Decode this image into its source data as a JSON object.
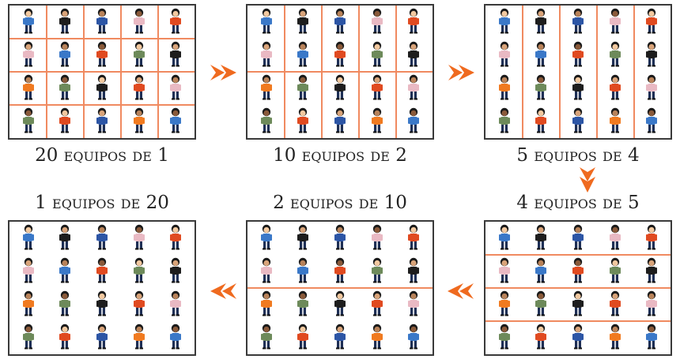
{
  "panels": [
    {
      "caption": "20 equipos de 1",
      "grouping": "grid-4x5"
    },
    {
      "caption": "10 equipos de 2",
      "grouping": "columns-pairs"
    },
    {
      "caption": "5 equipos de 4",
      "grouping": "columns-5"
    },
    {
      "caption": "4 equipos de 5",
      "grouping": "rows-4"
    },
    {
      "caption": "2 equipos de 10",
      "grouping": "rows-2"
    },
    {
      "caption": "1 equipos de 20",
      "grouping": "none"
    }
  ],
  "arrow_color": "#ef6a1f",
  "divider_color": "#f08a60",
  "figure_colors": {
    "row1": [
      "#3a78c8",
      "#1d1d1d",
      "#2c55a5",
      "#e9b9c3",
      "#e04a20"
    ],
    "row2": [
      "#e9b9c3",
      "#3a78c8",
      "#e04a20",
      "#6d8a5a",
      "#1d1d1d"
    ],
    "row3": [
      "#f07a20",
      "#6d8a5a",
      "#1d1d1d",
      "#e04a20",
      "#e9b9c3"
    ],
    "row4": [
      "#6d8a5a",
      "#e04a20",
      "#2c55a5",
      "#f07a20",
      "#3a78c8"
    ]
  }
}
